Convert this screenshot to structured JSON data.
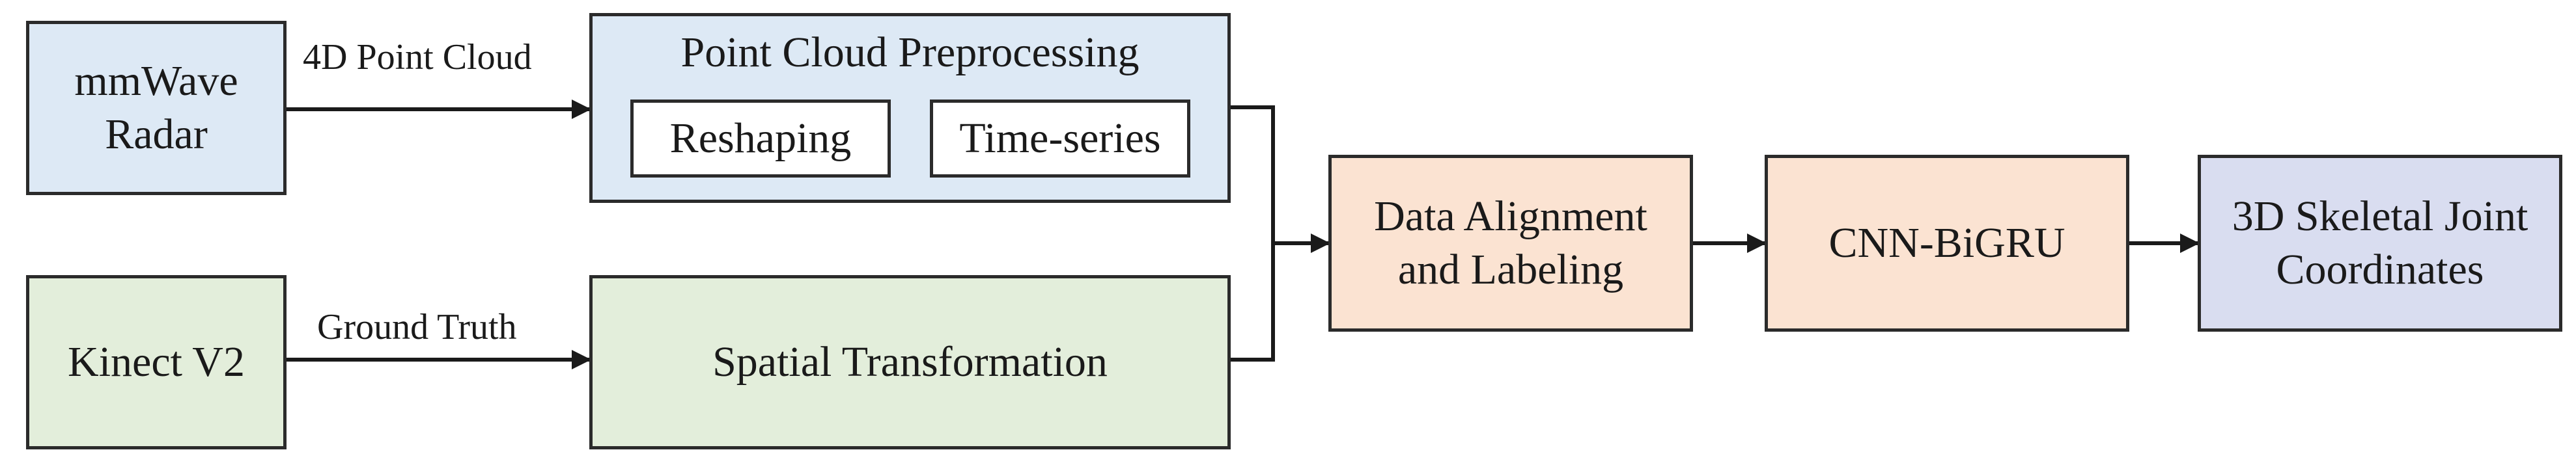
{
  "nodes": {
    "mmwave": {
      "line1": "mmWave",
      "line2": "Radar"
    },
    "kinect": {
      "label": "Kinect V2"
    },
    "preprocessing": {
      "title": "Point Cloud Preprocessing",
      "reshaping": "Reshaping",
      "timeseries": "Time-series"
    },
    "spatial": {
      "label": "Spatial Transformation"
    },
    "alignment": {
      "line1": "Data Alignment",
      "line2": "and Labeling"
    },
    "model": {
      "label": "CNN-BiGRU"
    },
    "output": {
      "line1": "3D Skeletal Joint",
      "line2": "Coordinates"
    }
  },
  "edges": {
    "radar_to_pre": "4D Point Cloud",
    "kinect_to_spatial": "Ground Truth"
  },
  "colors": {
    "blue": "#dde9f5",
    "green": "#e3eedb",
    "orange": "#fbe3d2",
    "lavender": "#d9ddf0",
    "stroke": "#2b2b2b"
  }
}
